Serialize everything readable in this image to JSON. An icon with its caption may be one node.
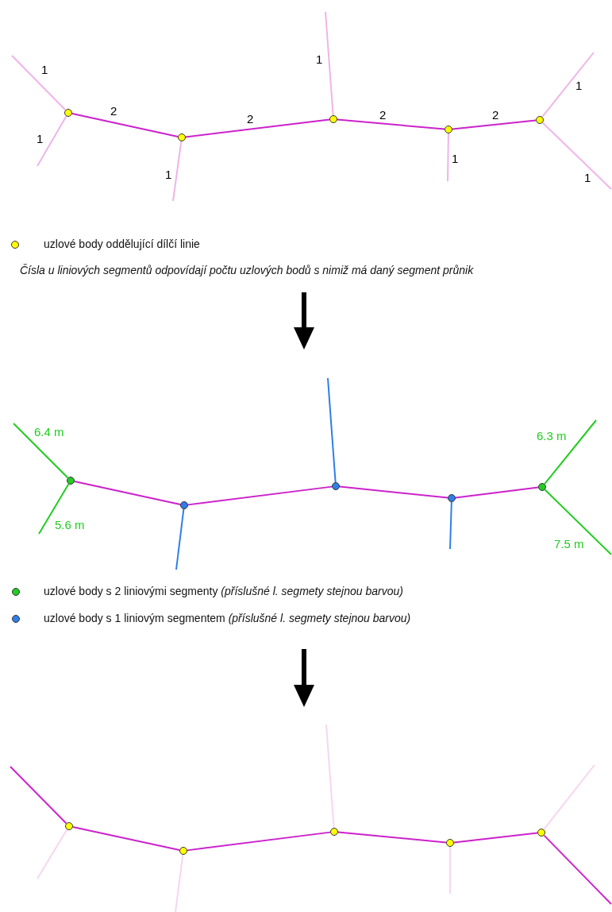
{
  "diagram": {
    "nodes": [
      {
        "text": [],
        "shape": "circle"
      },
      {
        "text": [],
        "shape": "circle"
      },
      {
        "text": [],
        "shape": "circle"
      },
      {
        "text": [],
        "shape": "circle"
      },
      {
        "text": [],
        "shape": "circle"
      },
      {
        "text": [],
        "shape": "circle"
      },
      {
        "text": [],
        "shape": "circle"
      },
      {
        "text": [],
        "shape": "circle"
      },
      {
        "text": [],
        "shape": "circle"
      },
      {
        "text": [],
        "shape": "circle"
      },
      {
        "text": [],
        "shape": "circle"
      },
      {
        "text": [],
        "shape": "circle"
      },
      {
        "text": [],
        "shape": "circle"
      },
      {
        "text": [],
        "shape": "circle"
      },
      {
        "text": [],
        "shape": "circle"
      }
    ],
    "edges": [
      {
        "from": 0,
        "to": 1,
        "arrow": "none",
        "label": "2"
      },
      {
        "from": 1,
        "to": 2,
        "arrow": "none",
        "label": "2"
      },
      {
        "from": 2,
        "to": 3,
        "arrow": "none",
        "label": "2"
      },
      {
        "from": 3,
        "to": 4,
        "arrow": "none",
        "label": "2"
      },
      {
        "from": null,
        "to": 0,
        "arrow": "none",
        "label": "1",
        "color": "#f0b4e8"
      },
      {
        "from": 0,
        "to": null,
        "arrow": "none",
        "label": "1",
        "color": "#f0b4e8"
      },
      {
        "from": 1,
        "to": null,
        "arrow": "none",
        "label": "1",
        "color": "#f0b4e8"
      },
      {
        "from": null,
        "to": 2,
        "arrow": "none",
        "label": "1",
        "color": "#f0b4e8"
      },
      {
        "from": 3,
        "to": null,
        "arrow": "none",
        "label": "1",
        "color": "#f0b4e8"
      },
      {
        "from": 4,
        "to": null,
        "arrow": "none",
        "label": "1",
        "color": "#f0b4e8"
      },
      {
        "from": 4,
        "to": null,
        "arrow": "none",
        "label": "1",
        "color": "#f0b4e8"
      },
      {
        "from": 5,
        "to": 6,
        "arrow": "none"
      },
      {
        "from": 6,
        "to": 7,
        "arrow": "none"
      },
      {
        "from": 7,
        "to": 8,
        "arrow": "none"
      },
      {
        "from": 8,
        "to": 9,
        "arrow": "none"
      },
      {
        "from": null,
        "to": 5,
        "arrow": "none",
        "label": "6.4 m",
        "color": "#22cc22"
      },
      {
        "from": 5,
        "to": null,
        "arrow": "none",
        "label": "5.6 m",
        "color": "#22cc22"
      },
      {
        "from": 6,
        "to": null,
        "arrow": "none",
        "color": "#2f7ee8"
      },
      {
        "from": null,
        "to": 7,
        "arrow": "none",
        "color": "#2f7ee8"
      },
      {
        "from": 8,
        "to": null,
        "arrow": "none",
        "color": "#2f7ee8"
      },
      {
        "from": 9,
        "to": null,
        "arrow": "none",
        "label": "6.3 m",
        "color": "#22cc22"
      },
      {
        "from": 9,
        "to": null,
        "arrow": "none",
        "label": "7.5 m",
        "color": "#22cc22"
      },
      {
        "from": 10,
        "to": 11,
        "arrow": "none"
      },
      {
        "from": 11,
        "to": 12,
        "arrow": "none"
      },
      {
        "from": 12,
        "to": 13,
        "arrow": "none"
      },
      {
        "from": 13,
        "to": 14,
        "arrow": "none"
      },
      {
        "from": null,
        "to": 10,
        "arrow": "none"
      },
      {
        "from": 10,
        "to": null,
        "arrow": "none",
        "color": "#f6d6f2"
      },
      {
        "from": 11,
        "to": null,
        "arrow": "none",
        "color": "#f6d6f2"
      },
      {
        "from": null,
        "to": 12,
        "arrow": "none",
        "color": "#f6d6f2"
      },
      {
        "from": 13,
        "to": null,
        "arrow": "none",
        "color": "#f6d6f2"
      },
      {
        "from": 14,
        "to": null,
        "arrow": "none",
        "color": "#f6d6f2"
      },
      {
        "from": 14,
        "to": null,
        "arrow": "none"
      }
    ],
    "labels": [
      "Čísla u liniových segmentů odpovídají počtu uzlových bodů s nimiž má daný segment průnik"
    ],
    "legend": [
      {
        "text": "uzlové body oddělující dílčí linie",
        "color": "#ffff00"
      },
      {
        "text": "uzlové body s 2 liniovými segmenty *(příslušné l. segmety stejnou barvou)*",
        "color": "#22cc22"
      },
      {
        "text": "uzlové body s 1 liniovým segmentem *(příslušné l. segmety stejnou barvou)*",
        "color": "#2f7ee8"
      }
    ]
  }
}
